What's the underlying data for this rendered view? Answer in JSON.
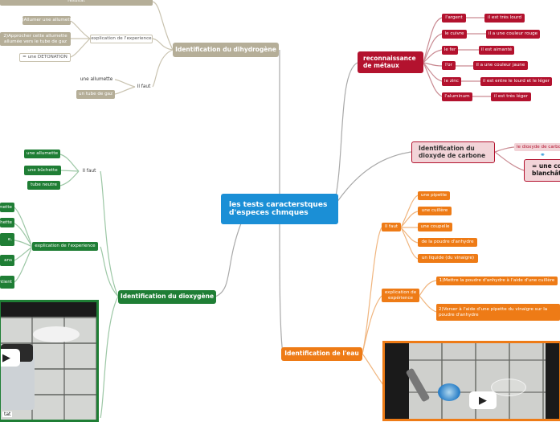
{
  "central": "les tests caracterstques d'especes chmques",
  "hydrogen": {
    "title": "Identification du dihydrogène",
    "result_label": "resultat",
    "explanation_label": "explication de l'experience",
    "steps": [
      "1)Allumer une allumette",
      "2)Approcher cette allumette allumée vers le tube de gaz",
      "=  une DETONATION"
    ],
    "need_label": "Il faut",
    "items": [
      "une allumette",
      "un tube de gaz"
    ]
  },
  "metals": {
    "title": "reconnaissance de métaux",
    "rows": [
      {
        "metal": "l'argent",
        "desc": "il est très lourd"
      },
      {
        "metal": "le cuivre",
        "desc": "il a une couleur rouge"
      },
      {
        "metal": "le fer",
        "desc": "il est aimanté"
      },
      {
        "metal": "l'or",
        "desc": "il a une couleur jaune"
      },
      {
        "metal": "le zinc",
        "desc": "il est entre le lourd et le léger"
      },
      {
        "metal": "l'aluminum",
        "desc": "il est très léger"
      }
    ]
  },
  "co2": {
    "title": "Identification du dioxyde de carbone",
    "item": "le dioxyde de carbone",
    "result": "= une co blanchât"
  },
  "oxygen": {
    "title": "Identification du dioxygène",
    "need_label": "Il faut",
    "items": [
      "une allumette",
      "une bûchette",
      "tube neutre"
    ],
    "explanation_label": "explication de l'experience",
    "steps": [
      "umette",
      "chette",
      "e,",
      "ans",
      "ntient"
    ],
    "video_caption": "tat"
  },
  "water": {
    "title": "Identification de l'eau",
    "need_label": "Il faut",
    "items": [
      "une pipette",
      "une cuillère",
      "une coupelle",
      "de la poudre d'anhydre",
      "un liquide (du vinaigre)"
    ],
    "explanation_label": "explication de expérience",
    "steps": [
      "1)Mettre la poudre d'anhydre à l'aide d'une cuillère",
      "2)Verser à l'aide d'une pipette du vinaigre sur la poudre d'anhydre"
    ]
  },
  "colors": {
    "central": "#1b8fd6",
    "hydrogen": "#b5ae98",
    "metals": "#b3122e",
    "co2": "#f2d4d8",
    "oxygen": "#1f7e35",
    "water": "#ee7b16"
  }
}
